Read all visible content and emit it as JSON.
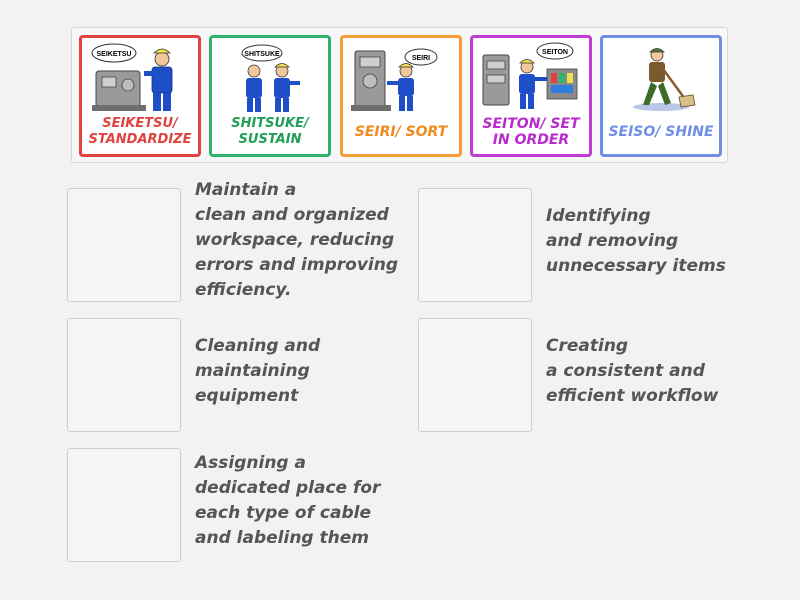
{
  "cards": [
    {
      "label": "SEIKETSU/ STANDARDIZE",
      "caption": "SEIKETSU",
      "icon": "worker-machine-icon",
      "color": "#e0433f"
    },
    {
      "label": "SHITSUKE/ SUSTAIN",
      "caption": "SHITSUKE",
      "icon": "two-workers-icon",
      "color": "#1f9e56"
    },
    {
      "label": "SEIRI/ SORT",
      "caption": "SEIRI",
      "icon": "worker-sorting-icon",
      "color": "#f08a1c"
    },
    {
      "label": "SEITON/ SET IN ORDER",
      "caption": "SEITON",
      "icon": "worker-organizing-icon",
      "color": "#b82ccc"
    },
    {
      "label": "SEISO/ SHINE",
      "caption": "",
      "icon": "worker-sweeping-icon",
      "color": "#6f8fe6"
    }
  ],
  "targets": [
    {
      "description": "Maintain a\nclean and organized workspace, reducing errors and improving efficiency."
    },
    {
      "description": "Identifying\nand removing unnecessary items"
    },
    {
      "description": "Cleaning and maintaining equipment"
    },
    {
      "description": "Creating\na consistent and efficient workflow"
    },
    {
      "description": "Assigning a dedicated place for each type of cable and labeling them"
    }
  ]
}
